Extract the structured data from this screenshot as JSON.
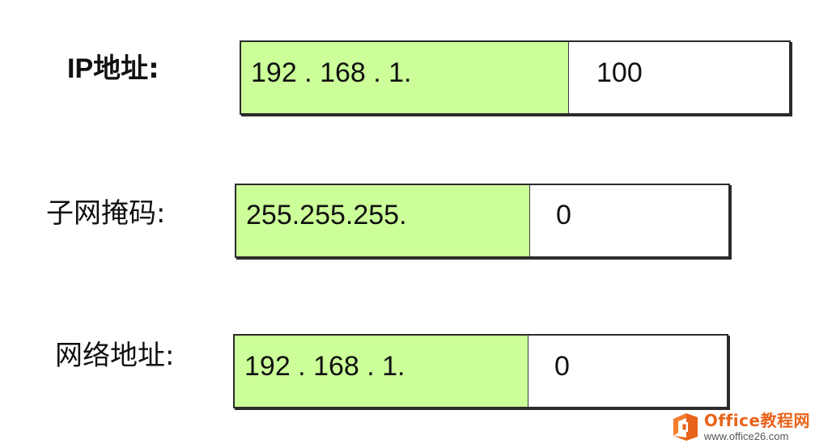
{
  "colors": {
    "network_fill": "#ccff99",
    "host_fill": "#ffffff",
    "border": "#2b2b2b",
    "watermark_accent": "#e8631a"
  },
  "rows": [
    {
      "label_prefix": "IP",
      "label_rest": "地址:",
      "network_part": "192 . 168 . 1.",
      "host_part": "100"
    },
    {
      "label": "子网掩码:",
      "network_part": "255.255.255.",
      "host_part": "0"
    },
    {
      "label": "网络地址:",
      "network_part": "192 . 168 . 1.",
      "host_part": "0"
    }
  ],
  "watermark": {
    "icon": "office-logo-icon",
    "title": "Office教程网",
    "url": "www.office26.com"
  }
}
